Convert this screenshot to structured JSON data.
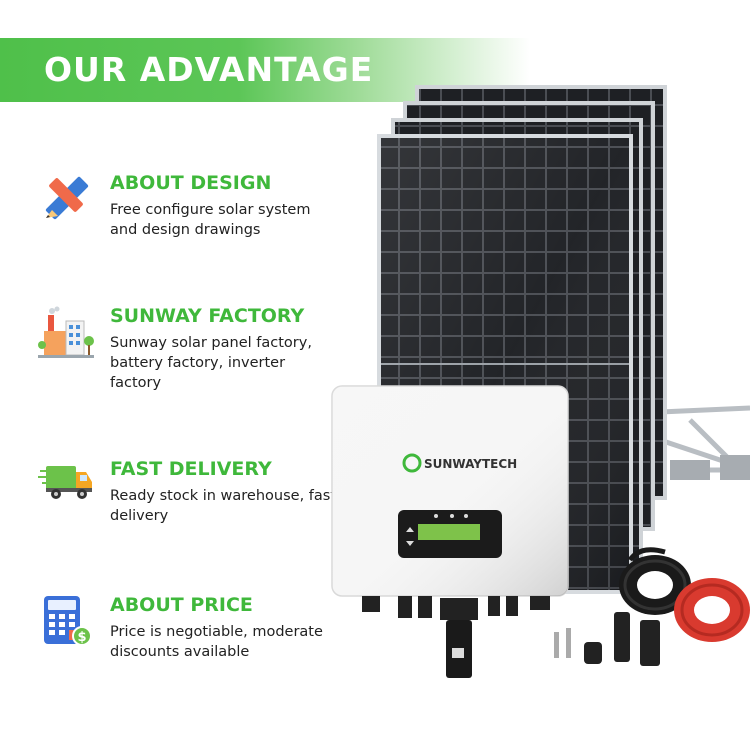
{
  "banner": {
    "title": "OUR ADVANTAGE"
  },
  "features": [
    {
      "icon": "design-tools-icon",
      "heading": "ABOUT DESIGN",
      "description": "Free configure solar system and design drawings"
    },
    {
      "icon": "factory-icon",
      "heading": "SUNWAY FACTORY",
      "description": "Sunway solar panel factory, battery factory, inverter factory"
    },
    {
      "icon": "delivery-truck-icon",
      "heading": "FAST DELIVERY",
      "description": "Ready stock in warehouse, fast delivery"
    },
    {
      "icon": "calculator-icon",
      "heading": "ABOUT PRICE",
      "description": "Price is negotiable, moderate discounts available"
    }
  ],
  "product": {
    "brand": "SUNWAYTECH"
  },
  "colors": {
    "accent": "#3fb83b",
    "banner": "#4fc04a"
  }
}
